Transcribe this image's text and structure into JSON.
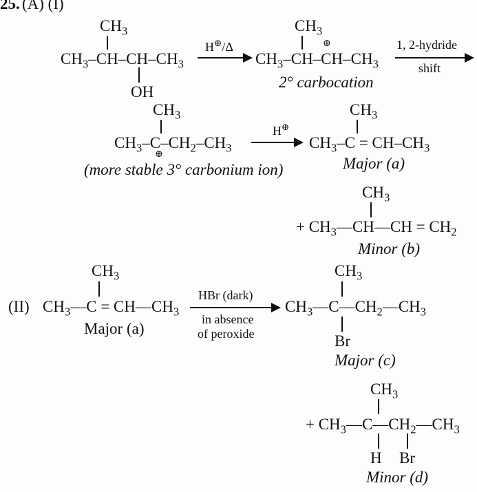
{
  "header": {
    "question_number": "25.",
    "part": "(A) (I)"
  },
  "step1": {
    "reactant": {
      "branch": "CH3",
      "chain": "CH3–CH–CH–CH3",
      "substituent": "OH"
    },
    "reagent_above": "H⊕/Δ",
    "product": {
      "branch": "CH3",
      "charge": "⊕",
      "chain": "CH3–CH–CH–CH3",
      "caption": "2° carbocation"
    },
    "arrow_above": "1, 2-hydride",
    "arrow_below": "shift"
  },
  "step2": {
    "cation": {
      "branch": "CH3",
      "chain": "CH3–C–CH2–CH3",
      "charge": "⊕",
      "caption": "(more stable 3° carbonium ion)"
    },
    "reagent_above": "H⊕",
    "major": {
      "branch": "CH3",
      "chain": "CH3–C = CH–CH3",
      "caption": "Major (a)"
    },
    "minor": {
      "branch": "CH3",
      "chain": "+ CH3—CH—CH = CH2",
      "caption": "Minor (b)"
    }
  },
  "part2": {
    "label": "(II)",
    "reactant": {
      "branch": "CH3",
      "chain": "CH3—C = CH—CH3",
      "caption": "Major (a)"
    },
    "reagent_above": "HBr (dark)",
    "reagent_below_1": "in absence",
    "reagent_below_2": "of peroxide",
    "major": {
      "branch": "CH3",
      "chain": "CH3—C—CH2—CH3",
      "substituent": "Br",
      "caption": "Major (c)"
    },
    "minor": {
      "branch": "CH3",
      "chain": "+ CH3—C—CH2—CH3",
      "h": "H",
      "br": "Br",
      "caption": "Minor (d)"
    }
  }
}
